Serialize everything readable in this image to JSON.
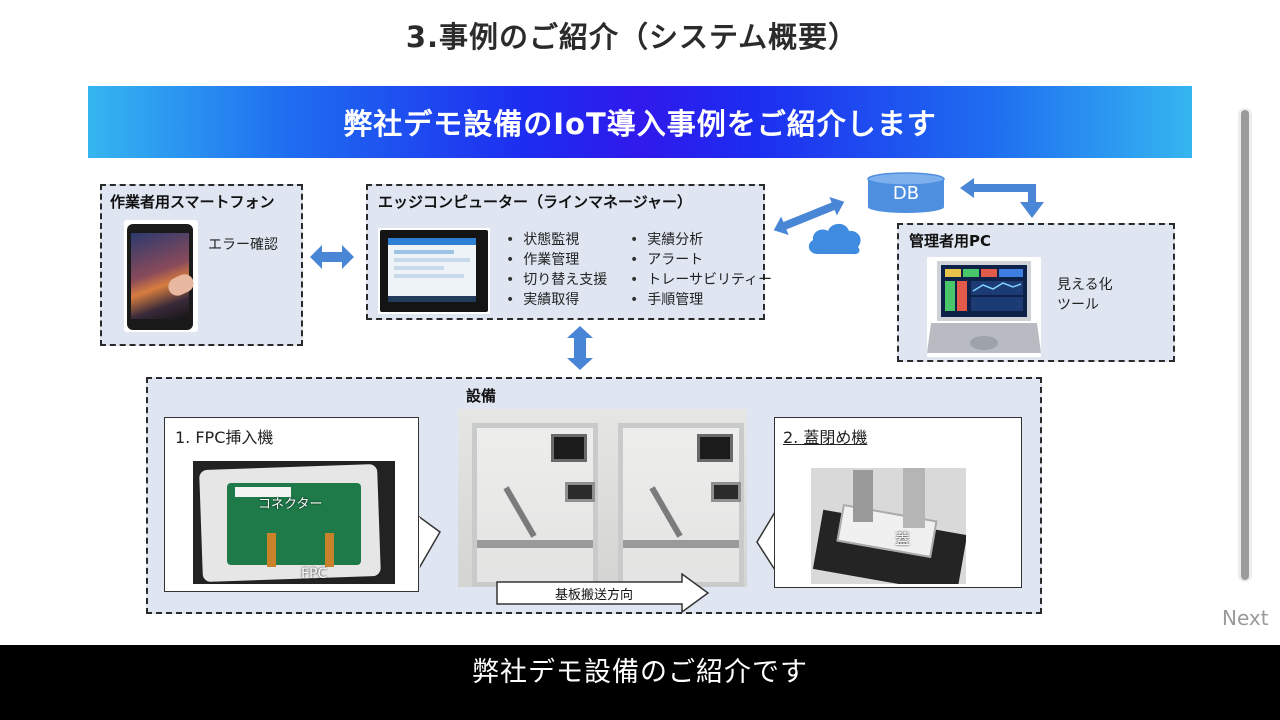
{
  "slide": {
    "title": "3.事例のご紹介（システム概要）",
    "banner": "弊社デモ設備のIoT導入事例をご紹介します"
  },
  "smartphone": {
    "title": "作業者用スマートフォン",
    "label": "エラー確認"
  },
  "edge": {
    "title": "エッジコンピューター（ラインマネージャー）",
    "features_left": [
      "状態監視",
      "作業管理",
      "切り替え支援",
      "実績取得"
    ],
    "features_right": [
      "実績分析",
      "アラート",
      "トレーサビリティー",
      "手順管理"
    ]
  },
  "db": {
    "label": "DB"
  },
  "admin": {
    "title": "管理者用PC",
    "label_line1": "見える化",
    "label_line2": "ツール"
  },
  "equipment": {
    "title": "設備",
    "fpc_machine": {
      "title": "1.  FPC挿入機",
      "tag_connector": "コネクター",
      "tag_fpc": "FPC"
    },
    "lid_machine": {
      "title": "2.  蓋閉め機",
      "tag_lid": "蓋"
    },
    "direction_label": "基板搬送方向"
  },
  "nav": {
    "next_label": "Next"
  },
  "caption": {
    "text": "弊社デモ設備のご紹介です"
  },
  "icons": {
    "arrow_fill": "#4a86d6",
    "cloud": "cloud-icon",
    "database": "database-icon"
  },
  "colors": {
    "banner_blue": "#1d2cf0",
    "box_bg": "#dfe6f2",
    "db_fill": "#4f8fe0"
  }
}
